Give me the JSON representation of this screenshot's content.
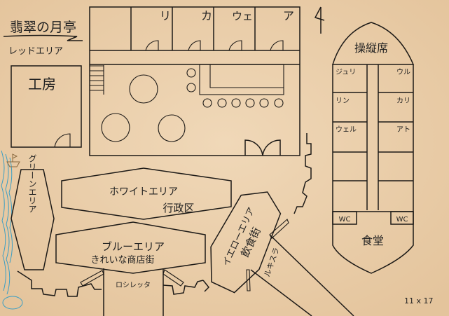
{
  "title": "翡翠の月亭",
  "red_area": "レッドエリア",
  "workshop": "工房",
  "rooms": [
    "リ",
    "カ",
    "ウェ",
    "ア"
  ],
  "ship": {
    "bridge": "操縦席",
    "cabins_left": [
      "ジュリ",
      "リン",
      "ウェル"
    ],
    "cabins_right": [
      "ウル",
      "カリ",
      "アト"
    ],
    "wc": [
      "WC",
      "WC"
    ],
    "dining": "食堂"
  },
  "green_area": "グリーンエリア",
  "white_area": {
    "name": "ホワイトエリア",
    "sub": "行政区"
  },
  "blue_area": {
    "name": "ブルーエリア",
    "sub": "きれいな商店街"
  },
  "yellow_area": {
    "name": "イエローエリア",
    "sub": "飲食街"
  },
  "roads": {
    "south": "ロシレッタ",
    "east": "ルキスラ"
  },
  "scale": "11 x 17",
  "colors": {
    "paper": "#eed3b1",
    "ink": "#1d1a17",
    "water": "#3a9ec4"
  }
}
